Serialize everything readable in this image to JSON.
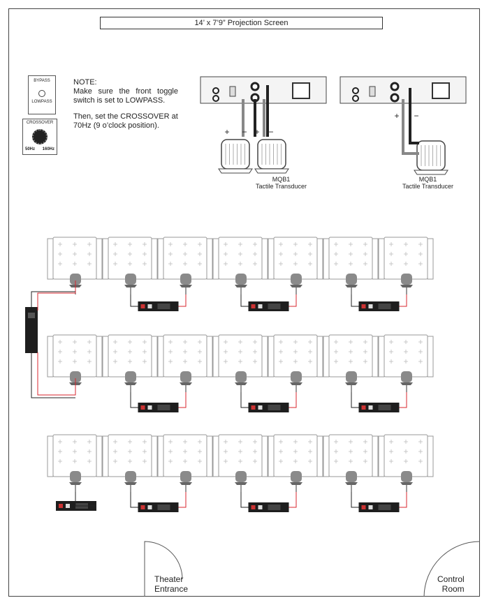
{
  "screen": {
    "label": "14’ x 7’9” Projection Screen"
  },
  "note": {
    "title": "NOTE:",
    "line1": "Make sure the front toggle switch is set to LOWPASS.",
    "line2": "Then, set the CROSSOVER at 70Hz (9 o’clock position)."
  },
  "bypass_panel": {
    "top": "BYPASS",
    "bottom": "LOWPASS"
  },
  "crossover_panel": {
    "title": "CROSSOVER",
    "low": "50Hz",
    "high": "160Hz"
  },
  "transducer_labels": [
    {
      "name": "MQB1",
      "desc": "Tactile Transducer"
    },
    {
      "name": "MQB1",
      "desc": "Tactile Transducer"
    }
  ],
  "polarity": {
    "plus": "+",
    "minus": "−"
  },
  "doors": {
    "entrance": [
      "Theater",
      "Entrance"
    ],
    "control": [
      "Control",
      "Room"
    ]
  },
  "colors": {
    "red_wire": "#d8262e",
    "black_wire": "#222222",
    "seat": "#9a9a9a",
    "transducer": "#8a8a8a",
    "amp": "#1e1e1e"
  }
}
